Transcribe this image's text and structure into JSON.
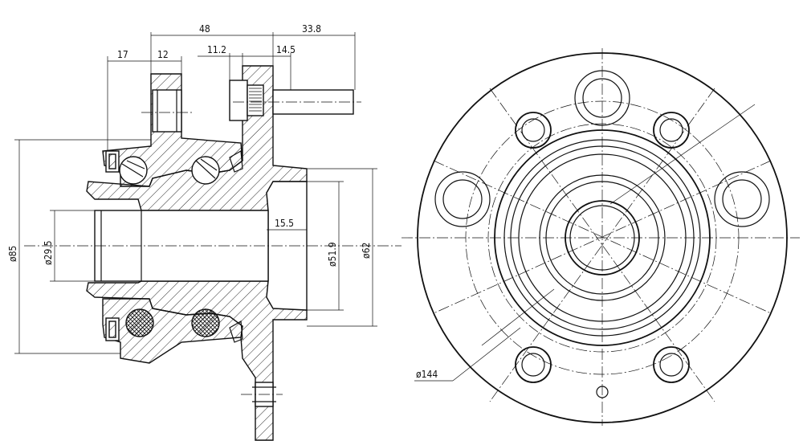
{
  "dimensions": {
    "d48": "48",
    "d338": "33.8",
    "d17": "17",
    "d12": "12",
    "d112": "11.2",
    "d145": "14.5",
    "d155": "15.5",
    "dia85": "ø85",
    "dia295": "ø29.5",
    "dia519": "ø51.9",
    "dia62": "ø62",
    "dia144": "ø144"
  }
}
